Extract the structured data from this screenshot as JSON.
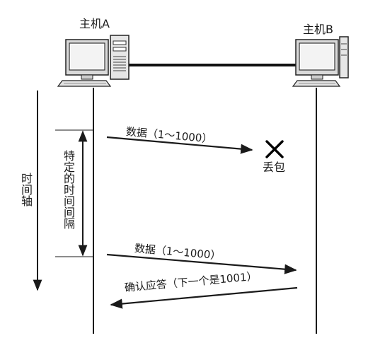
{
  "hosts": {
    "a_label": "主机A",
    "b_label": "主机B"
  },
  "axis": {
    "time_label": "时间轴"
  },
  "interval": {
    "label": "特定的时间间隔"
  },
  "messages": {
    "first_data": "数据（1～1000）",
    "lost_label": "丢包",
    "retransmit_data": "数据（1～1000）",
    "ack": "确认应答（下一个是1001）"
  }
}
